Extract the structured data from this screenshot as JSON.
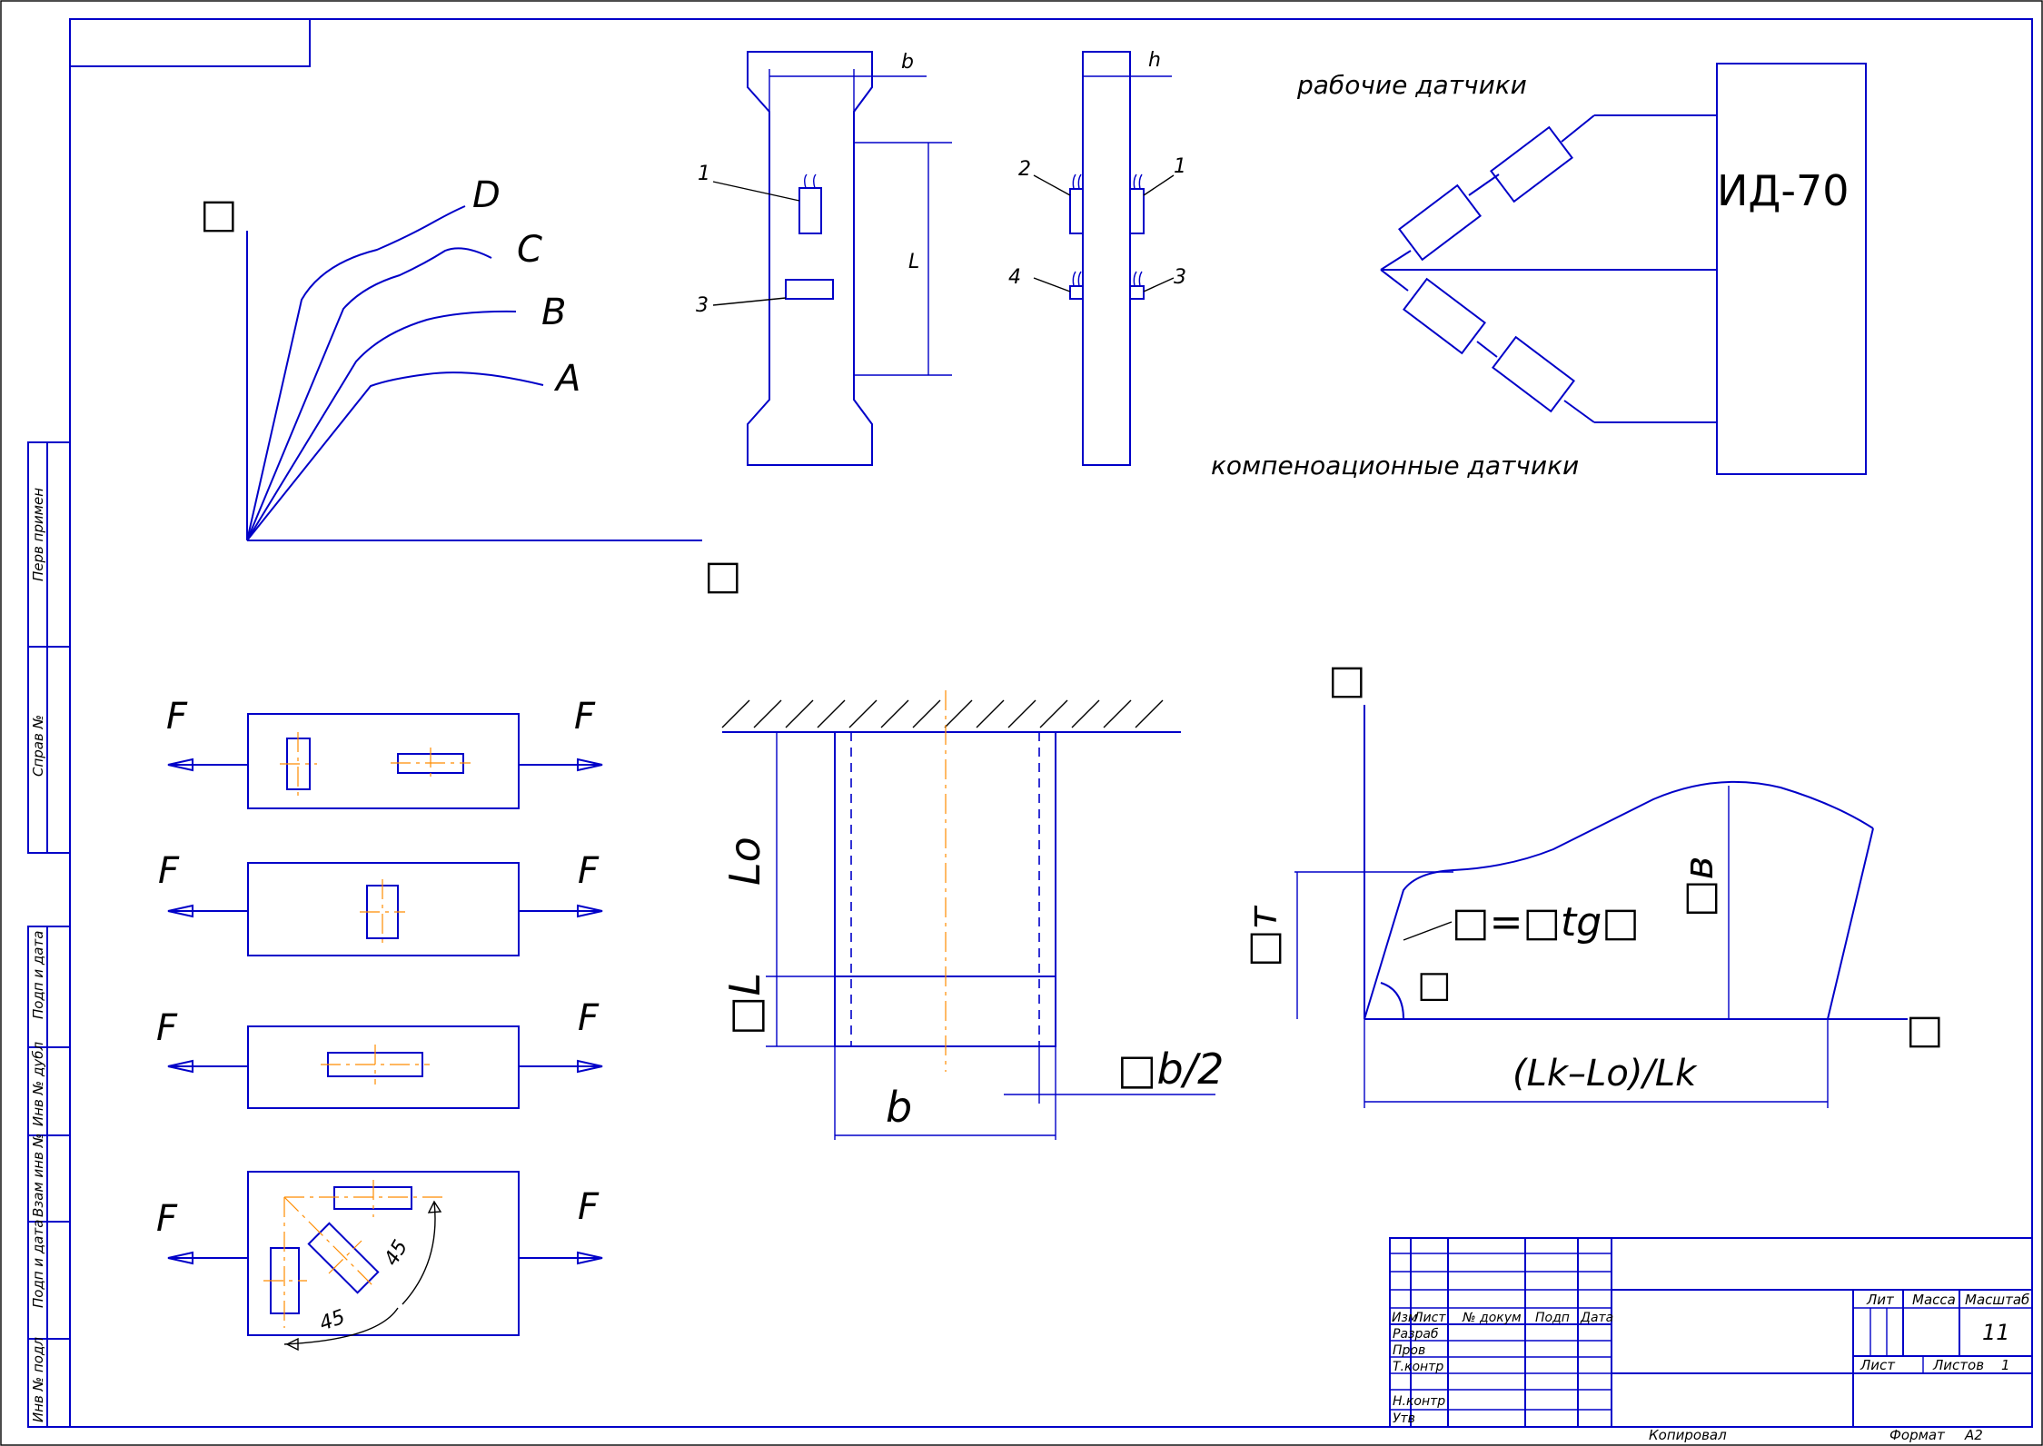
{
  "colors": {
    "line": "#0000c8",
    "text": "#000000",
    "axis": "#ff8c00",
    "background": "#ffffff"
  },
  "side_stamp": [
    "Перв примен",
    "Справ №",
    "Подп и дата",
    "Инв № дубл",
    "Взам инв №",
    "Подп и дата",
    "Инв № подл"
  ],
  "curves_graph": {
    "y_symbol": "□",
    "x_symbol": "□",
    "curves": [
      "D",
      "C",
      "B",
      "A"
    ]
  },
  "specimen": {
    "width_dim": "b",
    "length_dim": "L",
    "gauge_1": "1",
    "gauge_3": "3"
  },
  "specimen_side": {
    "thickness_dim": "h",
    "gauges": [
      "2",
      "1",
      "4",
      "3"
    ]
  },
  "bridge": {
    "working_label": "рабочие датчики",
    "comp_label": "компеноационные датчики",
    "device": "ИД-70"
  },
  "load_cases": {
    "force": "F",
    "angle1": "45",
    "angle2": "45"
  },
  "bar_diagram": {
    "l0": "Lo",
    "dl": "□L",
    "b": "b",
    "db": "□b/2"
  },
  "stress_graph": {
    "y_symbol": "□",
    "x_symbol": "□",
    "sigma_t": "□т",
    "sigma_b": "□в",
    "formula": "□=□tg□",
    "angle": "□",
    "x_expr": "(Lk–Lo)/Lk"
  },
  "title_block": {
    "col_headers": [
      "Изм",
      "Лист",
      "№ докум",
      "Подп",
      "Дата"
    ],
    "rows": [
      "Разраб",
      "Пров",
      "Т.контр",
      "",
      "Н.контр",
      "Утв"
    ],
    "lit": "Лит",
    "mass": "Масса",
    "scale": "Масштаб",
    "scale_value": "11",
    "sheet": "Лист",
    "sheets": "Листов",
    "sheets_value": "1",
    "copied": "Копировал",
    "format": "Формат",
    "format_value": "A2"
  }
}
